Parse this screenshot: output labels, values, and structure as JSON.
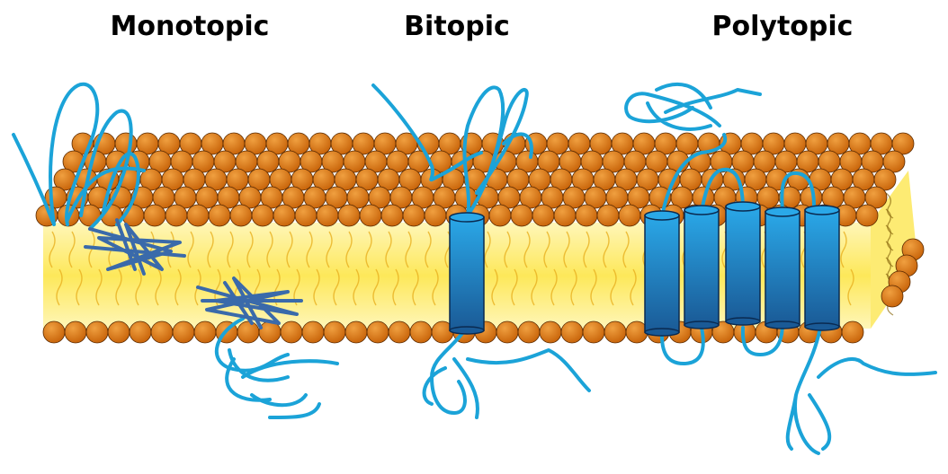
{
  "figure": {
    "labels": {
      "monotopic": "Monotopic",
      "bitopic": "Bitopic",
      "polytopic": "Polytopic"
    },
    "colors": {
      "lipid_head": "#c8640a",
      "lipid_head_highlight": "#f0a040",
      "lipid_core": "#fde85a",
      "lipid_core_edge": "#fff6b8",
      "lipid_tail": "#e8b020",
      "helix_light": "#2aa8e8",
      "helix_dark": "#1a5a96",
      "polypeptide": "#1ba3d8",
      "embedded_tangle": "#3a6aaa"
    },
    "protein_types": [
      {
        "name": "monotopic",
        "transmembrane_helices": 0
      },
      {
        "name": "bitopic",
        "transmembrane_helices": 1
      },
      {
        "name": "polytopic",
        "transmembrane_helices": 5
      }
    ]
  }
}
